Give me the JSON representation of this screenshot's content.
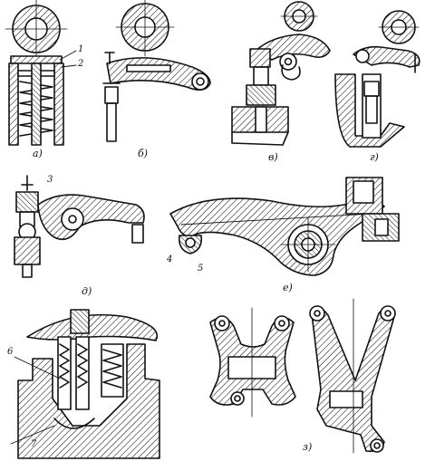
{
  "panels": [
    {
      "id": "a",
      "label": "а)"
    },
    {
      "id": "b",
      "label": "б)"
    },
    {
      "id": "v",
      "label": "в)"
    },
    {
      "id": "g",
      "label": "г)"
    },
    {
      "id": "d",
      "label": "д)"
    },
    {
      "id": "e",
      "label": "е)"
    },
    {
      "id": "z",
      "label": "з)"
    }
  ],
  "callouts": [
    "1",
    "2",
    "3",
    "4",
    "5",
    "6",
    "7"
  ],
  "colors": {
    "ink": "#111111",
    "background": "#ffffff"
  }
}
